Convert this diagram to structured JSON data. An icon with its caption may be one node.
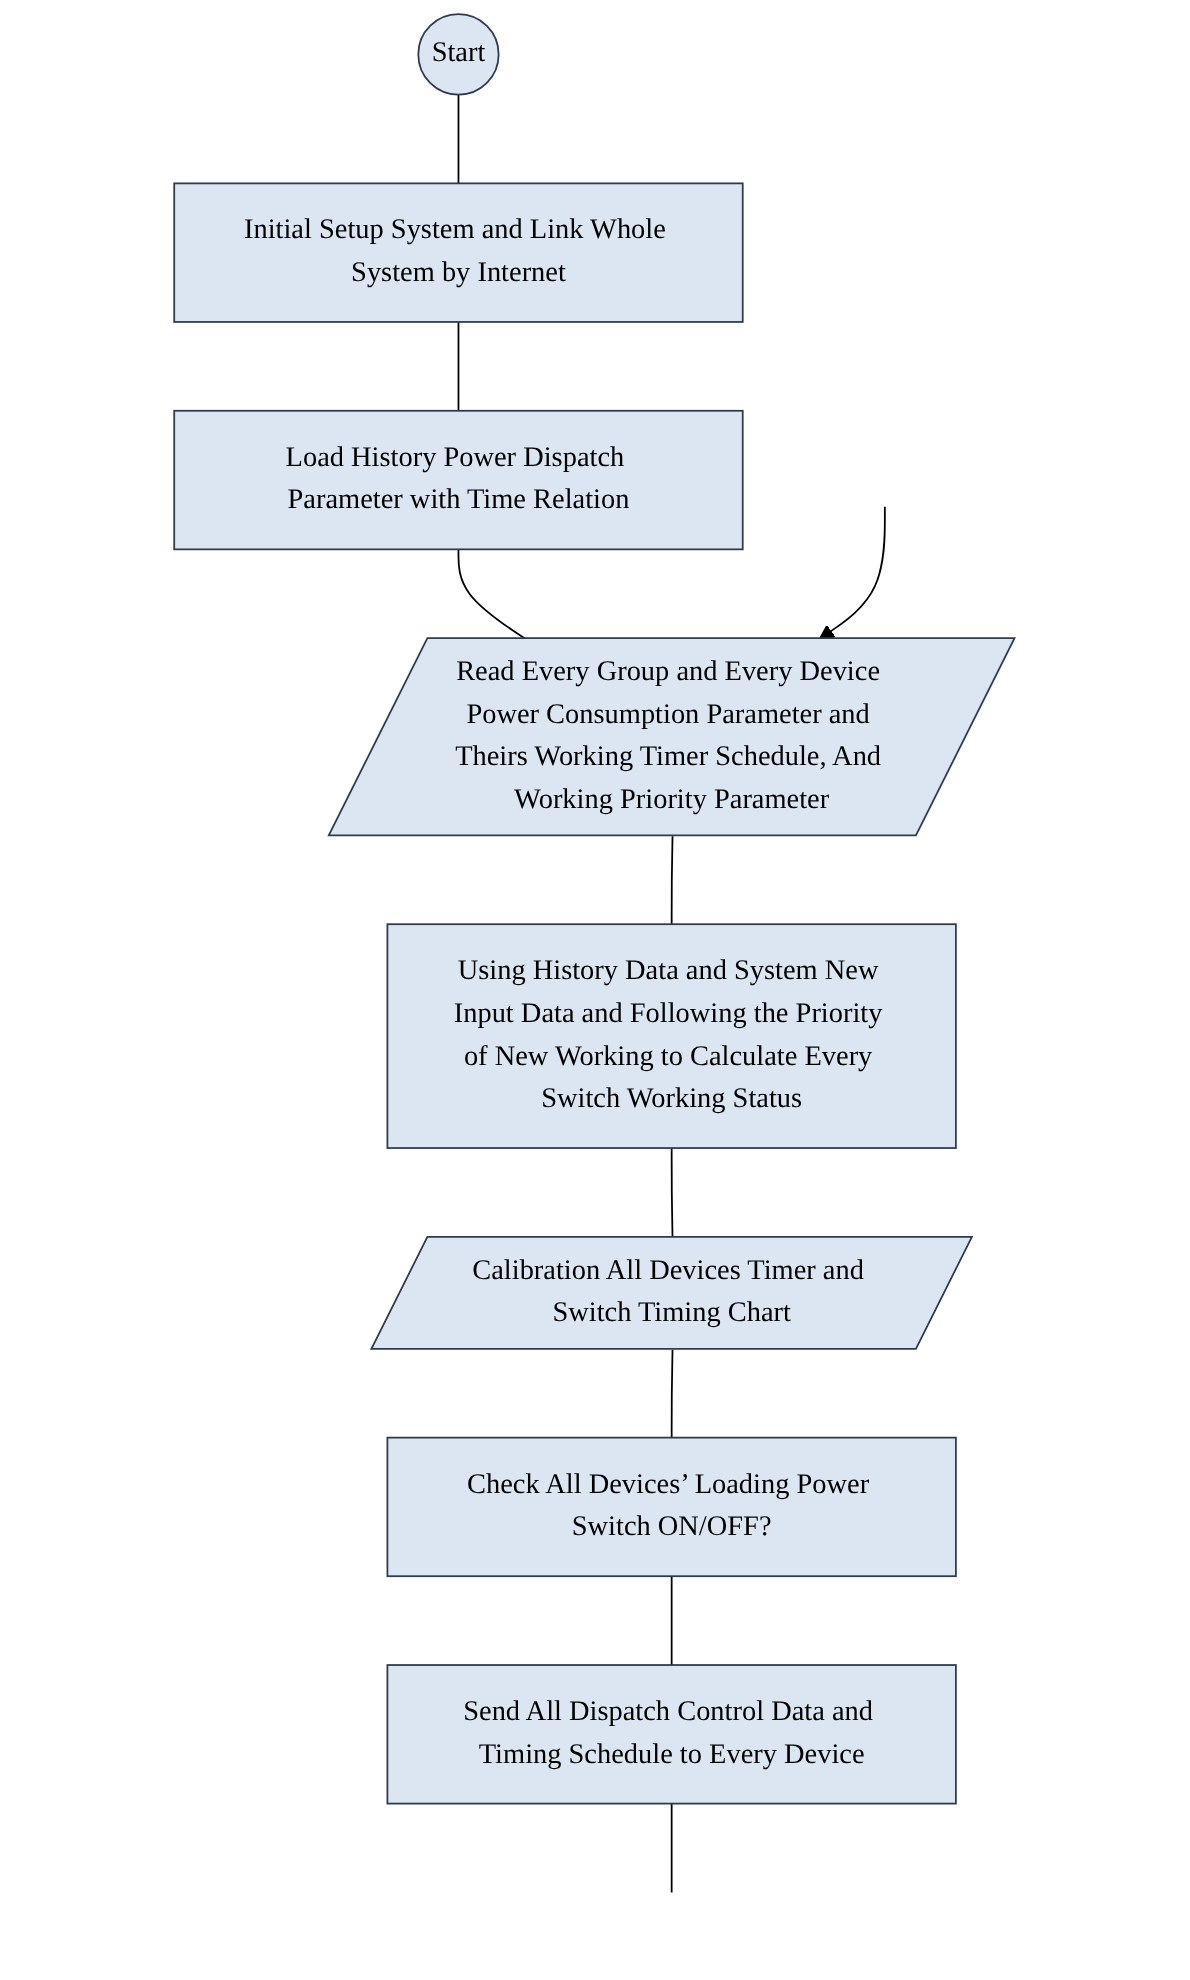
{
  "diagram": {
    "nodes": [
      {
        "text": [
          "Start"
        ]
      },
      {
        "text": [
          "Initial Setup System and Link Whole System by Internet"
        ]
      },
      {
        "text": [
          "Load History Power Dispatch Parameter with Time Relation"
        ]
      },
      {
        "text": [
          "Read Every Group and Every Device Power Consumption Parameter and Theirs Working Timer Schedule, And Working Priority Parameter"
        ]
      },
      {
        "text": [
          "Using History Data and System New Input Data and Following the Priority of New Working to Calculate Every Switch Working Status"
        ]
      },
      {
        "text": [
          "Calibration All Devices Timer and Switch Timing Chart"
        ]
      },
      {
        "text": [
          "Check All Devices’ Loading Power Switch ON/OFF?"
        ]
      },
      {
        "text": [
          "Send All Dispatch Control Data and Timing Schedule to Every Device"
        ]
      }
    ],
    "edges": [
      {
        "from": 0,
        "to": 1,
        "arrow": "none"
      },
      {
        "from": 1,
        "to": 2,
        "arrow": "none"
      },
      {
        "from": 2,
        "to": 3,
        "arrow": "none"
      },
      {
        "from": 3,
        "to": 4,
        "arrow": "none"
      },
      {
        "from": 4,
        "to": 5,
        "arrow": "none"
      },
      {
        "from": 5,
        "to": 6,
        "arrow": "none"
      },
      {
        "from": 6,
        "to": 7,
        "arrow": "none"
      },
      {
        "from": 7,
        "to": null,
        "arrow": "none"
      },
      {
        "from": null,
        "to": 3,
        "arrow": "to"
      }
    ]
  }
}
